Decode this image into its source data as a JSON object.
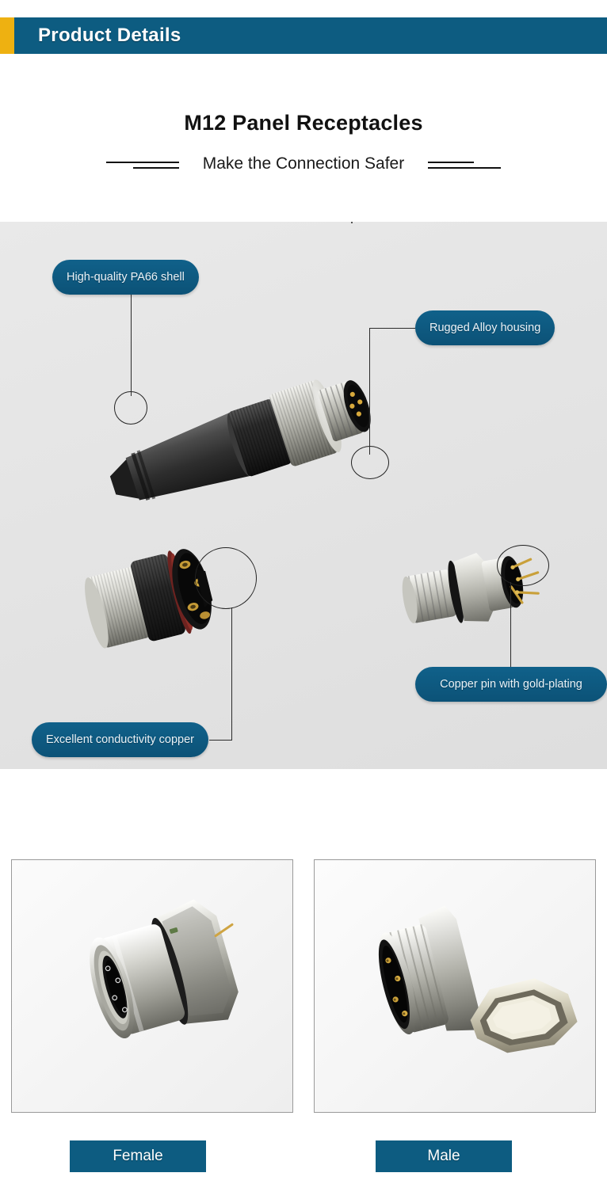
{
  "header": {
    "title": "Product Details",
    "accent_color": "#eeb111",
    "bar_color": "#0d5c81"
  },
  "title_block": {
    "main_title": "M12 Panel Receptacles",
    "subtitle": "Make the Connection Safer"
  },
  "diagram": {
    "background_color": "#e6e6e6",
    "callouts": [
      {
        "id": "pa66",
        "label": "High-quality PA66 shell"
      },
      {
        "id": "alloy",
        "label": "Rugged Alloy housing"
      },
      {
        "id": "copperpin",
        "label": "Copper pin with gold-plating"
      },
      {
        "id": "conduct",
        "label": "Excellent conductivity copper"
      }
    ],
    "pill_color": "#0d5c81"
  },
  "products": [
    {
      "id": "female",
      "caption": "Female"
    },
    {
      "id": "male",
      "caption": "Male"
    }
  ]
}
